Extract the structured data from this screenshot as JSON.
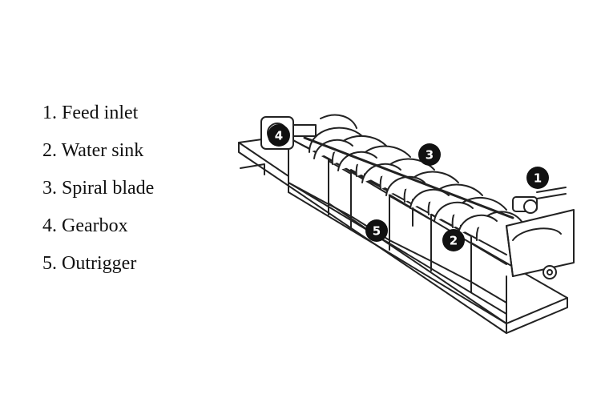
{
  "legend": [
    {
      "number": "1.",
      "label": "Feed inlet"
    },
    {
      "number": "2.",
      "label": "Water sink"
    },
    {
      "number": "3.",
      "label": "Spiral blade"
    },
    {
      "number": "4.",
      "label": "Gearbox"
    },
    {
      "number": "5.",
      "label": "Outrigger"
    }
  ],
  "callouts": [
    "1",
    "2",
    "3",
    "4",
    "5"
  ],
  "colors": {
    "line": "#222222",
    "callout_fill": "#111111",
    "background": "#ffffff"
  }
}
